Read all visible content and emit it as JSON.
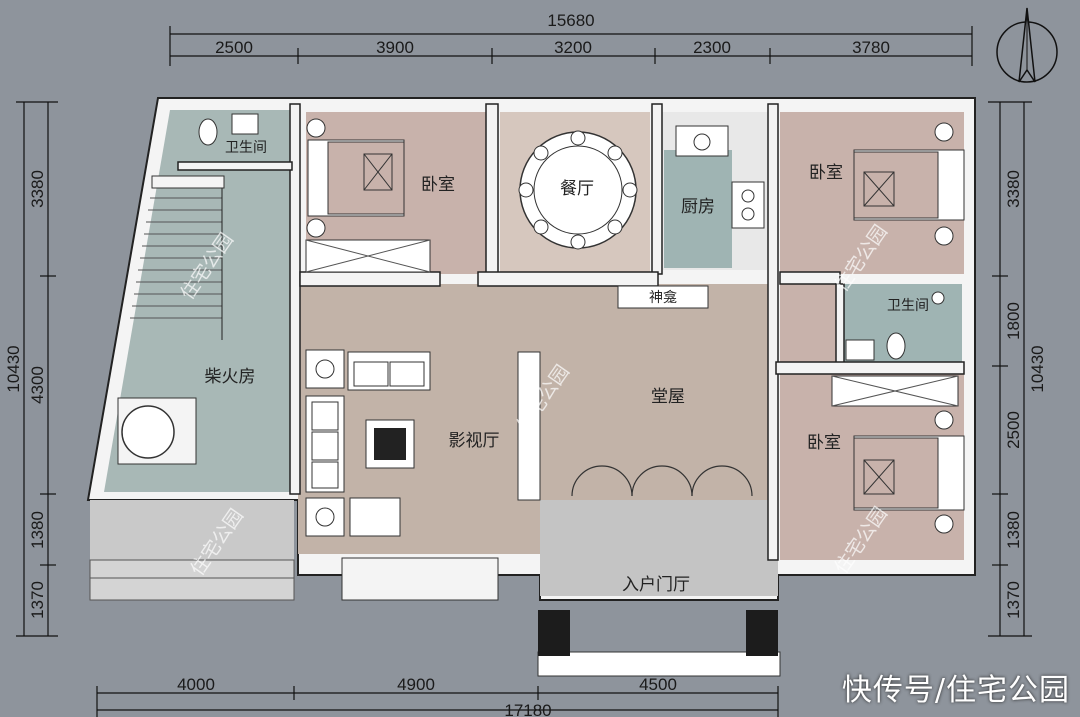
{
  "dimensions": {
    "top_total": "15680",
    "top": [
      "2500",
      "3900",
      "3200",
      "2300",
      "3780"
    ],
    "bottom": [
      "4000",
      "4900",
      "4500"
    ],
    "bottom_total": "17180",
    "left_total": "10430",
    "left": [
      "3380",
      "4300",
      "1380",
      "1370"
    ],
    "right_total": "10430",
    "right": [
      "3380",
      "1800",
      "2500",
      "1380",
      "1370"
    ]
  },
  "rooms": {
    "bedroom_nw": "卧室",
    "dining": "餐厅",
    "kitchen": "厨房",
    "bedroom_ne": "卧室",
    "bathroom_nw": "卫生间",
    "bathroom_e": "卫生间",
    "shrine": "神龛",
    "firewood": "柴火房",
    "main_hall": "堂屋",
    "media_room": "影视厅",
    "bedroom_se": "卧室",
    "entrance": "入户门厅"
  },
  "watermark": "住宅公园",
  "footer": "快传号/住宅公园",
  "colors": {
    "background": "#8e949c",
    "bedroom": "#c8b2ab",
    "dining": "#d6c7be",
    "hall": "#c2b3a8",
    "wet_room": "#9fb4b3",
    "stair_room": "#a8b8b6",
    "wall": "#f4f4f4"
  }
}
